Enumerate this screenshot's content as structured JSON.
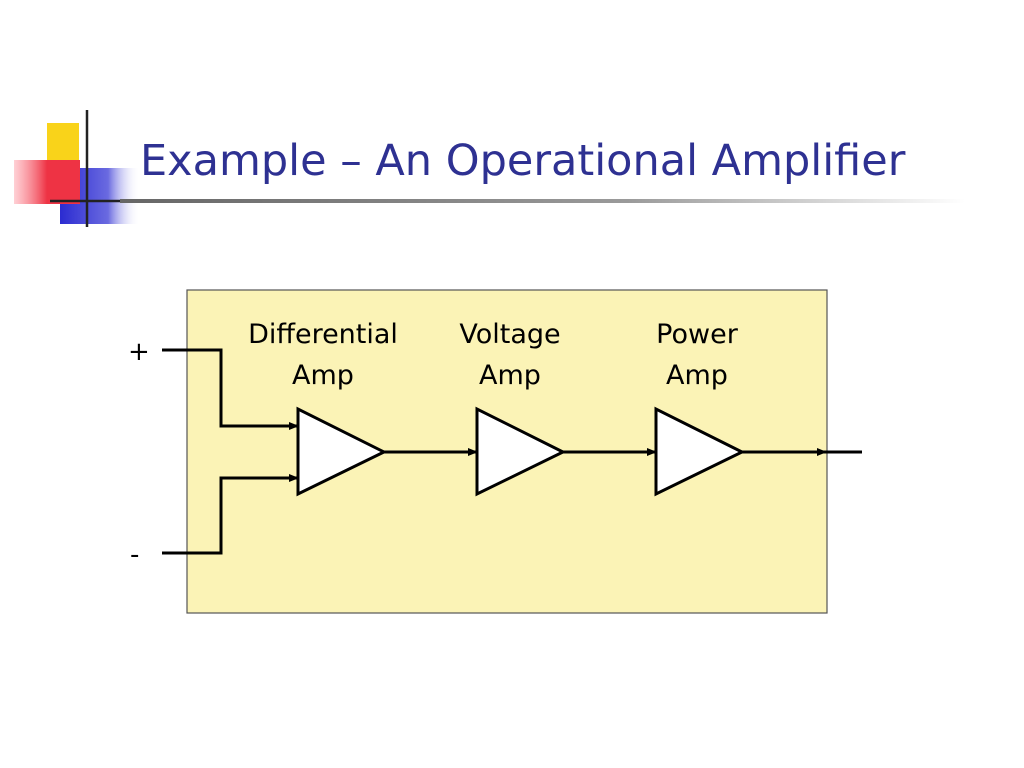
{
  "slide": {
    "title": "Example – An Operational Amplifier"
  },
  "diagram": {
    "inputs": {
      "plus": "+",
      "minus": "-"
    },
    "blocks": [
      {
        "line1": "Differential",
        "line2": "Amp"
      },
      {
        "line1": "Voltage",
        "line2": "Amp"
      },
      {
        "line1": "Power",
        "line2": "Amp"
      }
    ]
  },
  "colors": {
    "title": "#2e3192",
    "box_fill": "#fbf3b6",
    "deco_yellow": "#f9d31a",
    "deco_red": "#ee3344",
    "deco_blue": "#2b2bd1"
  }
}
